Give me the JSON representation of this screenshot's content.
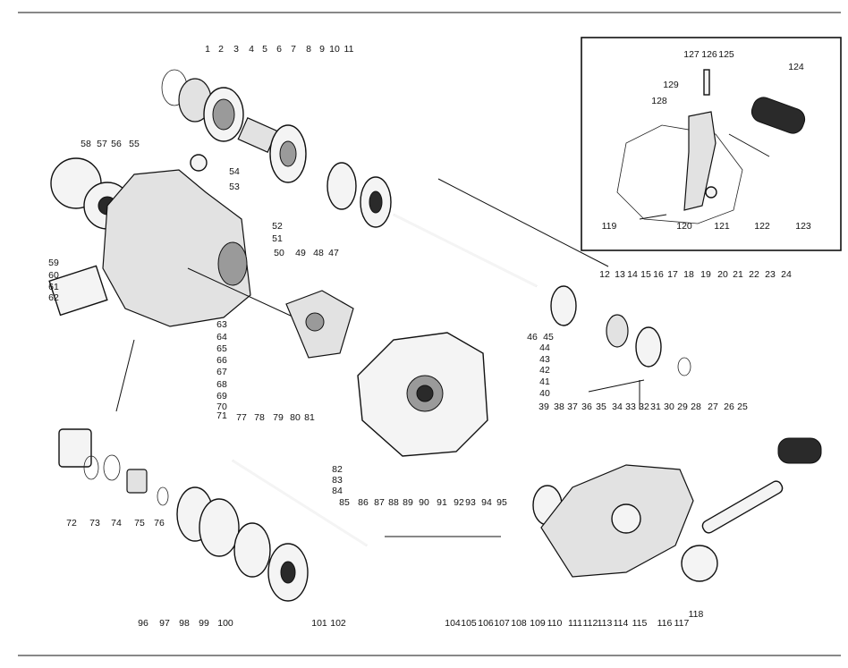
{
  "diagram": {
    "labels": [
      "1",
      "2",
      "3",
      "4",
      "5",
      "6",
      "7",
      "8",
      "9",
      "10",
      "11",
      "12",
      "13",
      "14",
      "15",
      "16",
      "17",
      "18",
      "19",
      "20",
      "21",
      "22",
      "23",
      "24",
      "25",
      "26",
      "27",
      "28",
      "29",
      "30",
      "31",
      "32",
      "33",
      "34",
      "35",
      "36",
      "37",
      "38",
      "39",
      "40",
      "41",
      "42",
      "43",
      "44",
      "45",
      "46",
      "47",
      "48",
      "49",
      "50",
      "51",
      "52",
      "53",
      "54",
      "55",
      "56",
      "57",
      "58",
      "59",
      "60",
      "61",
      "62",
      "63",
      "64",
      "65",
      "66",
      "67",
      "68",
      "69",
      "70",
      "71",
      "72",
      "73",
      "74",
      "75",
      "76",
      "77",
      "78",
      "79",
      "80",
      "81",
      "82",
      "83",
      "84",
      "85",
      "86",
      "87",
      "88",
      "89",
      "90",
      "91",
      "92",
      "93",
      "94",
      "95",
      "96",
      "97",
      "98",
      "99",
      "100",
      "101",
      "102",
      "104",
      "105",
      "106",
      "107",
      "108",
      "109",
      "110",
      "111",
      "112",
      "113",
      "114",
      "115",
      "116",
      "117",
      "118",
      "119",
      "120",
      "121",
      "122",
      "123",
      "124",
      "125",
      "126",
      "127",
      "128",
      "129"
    ]
  }
}
